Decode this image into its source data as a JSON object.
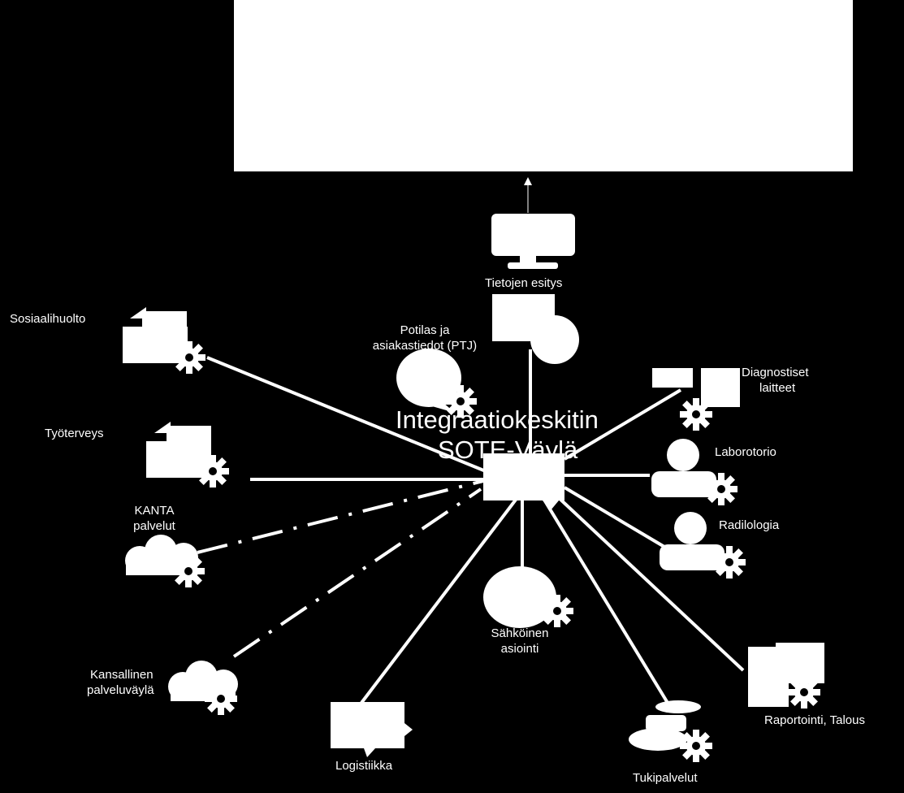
{
  "colors": {
    "background": "#000000",
    "foreground": "#ffffff",
    "panel": "#ffffff"
  },
  "hub": {
    "line1": "Integraatiokeskitin",
    "line2": "SOTE-Väylä"
  },
  "nodes": {
    "tietojen_esitys": {
      "label": "Tietojen esitys",
      "icon": "monitor-icon"
    },
    "ptj": {
      "line1": "Potilas ja",
      "line2": "asiakastiedot (PTJ)",
      "icon": "database-gear-icon"
    },
    "sosiaalihuolto": {
      "label": "Sosiaalihuolto",
      "icon": "folder-gear-icon"
    },
    "tyoterveys": {
      "label": "Työterveys",
      "icon": "folder-gear-icon"
    },
    "kanta": {
      "line1": "KANTA",
      "line2": "palvelut",
      "icon": "cloud-gear-icon"
    },
    "kansallinen": {
      "line1": "Kansallinen",
      "line2": "palveluväylä",
      "icon": "cloud-gear-icon"
    },
    "logistiikka": {
      "label": "Logistiikka",
      "icon": "chat-bubble-icon"
    },
    "sahkoinen": {
      "line1": "Sähköinen",
      "line2": "asiointi",
      "icon": "speech-gear-icon"
    },
    "tukipalvelut": {
      "label": "Tukipalvelut",
      "icon": "phone-gear-icon"
    },
    "raportointi": {
      "label": "Raportointi, Talous",
      "icon": "document-gear-icon"
    },
    "radilologia": {
      "label": "Radilologia",
      "icon": "person-gear-icon"
    },
    "laborotorio": {
      "label": "Laborotorio",
      "icon": "person-gear-icon"
    },
    "diagnostiset": {
      "line1": "Diagnostiset",
      "line2": "laitteet",
      "icon": "device-gear-icon"
    }
  }
}
